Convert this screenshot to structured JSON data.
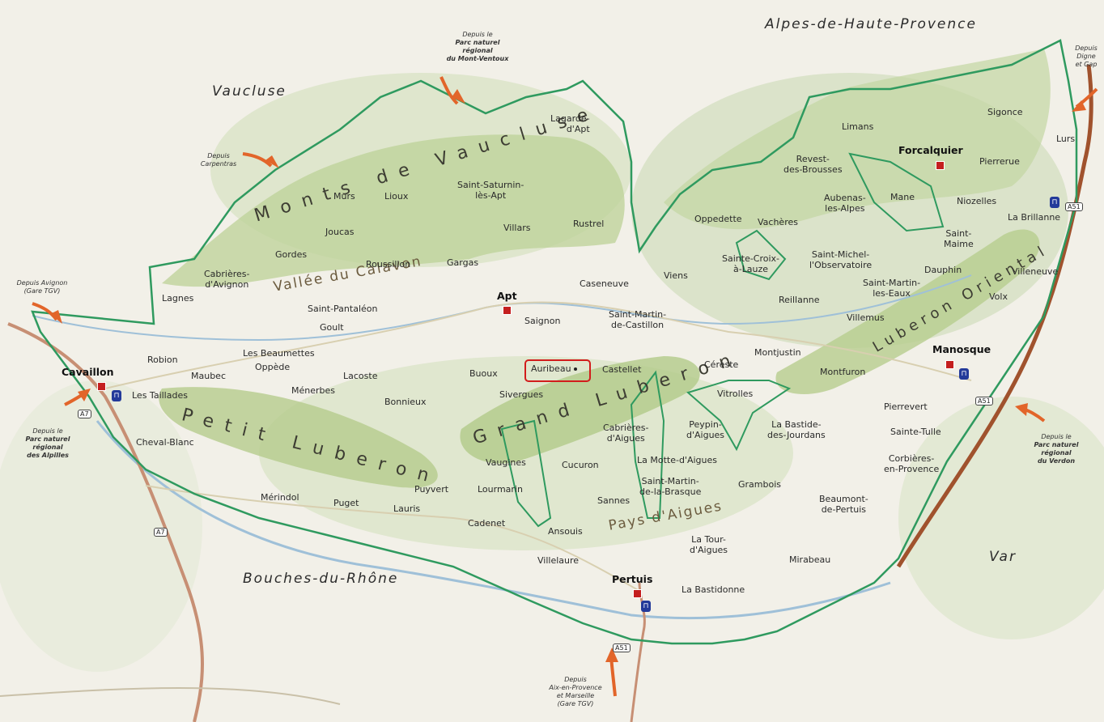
{
  "departments": {
    "vaucluse": "Vaucluse",
    "alpes": "Alpes-de-Haute-Provence",
    "bouches": "Bouches-du-Rhône",
    "var": "Var"
  },
  "ranges": {
    "monts_vaucluse": "Monts de Vaucluse",
    "petit_luberon": "Petit Luberon",
    "grand_luberon": "Grand Luberon",
    "luberon_oriental": "Luberon Oriental",
    "vallee_calavon": "Vallée du Calavon",
    "pays_aigues": "Pays d'Aigues"
  },
  "cities": {
    "apt": "Apt",
    "cavaillon": "Cavaillon",
    "forcalquier": "Forcalquier",
    "manosque": "Manosque",
    "pertuis": "Pertuis"
  },
  "highlight": "Auribeau",
  "towns": {
    "lagarde": "Lagarde-\nd'Apt",
    "saint_saturnin": "Saint-Saturnin-\nlès-Apt",
    "murs": "Murs",
    "lioux": "Lioux",
    "joucas": "Joucas",
    "villars": "Villars",
    "rustrel": "Rustrel",
    "gordes": "Gordes",
    "roussillon": "Roussillon",
    "gargas": "Gargas",
    "cabrieres_avignon": "Cabrières-\nd'Avignon",
    "lagnes": "Lagnes",
    "saint_pantaleon": "Saint-Pantaléon",
    "goult": "Goult",
    "caseneuve": "Caseneuve",
    "viens": "Viens",
    "saint_martin_castillon": "Saint-Martin-\nde-Castillon",
    "saignon": "Saignon",
    "robion": "Robion",
    "les_beaumettes": "Les Beaumettes",
    "maubec": "Maubec",
    "oppede": "Oppède",
    "lacoste": "Lacoste",
    "menerbes": "Ménerbes",
    "bonnieux": "Bonnieux",
    "buoux": "Buoux",
    "sivergues": "Sivergues",
    "castellet": "Castellet",
    "les_taillades": "Les Taillades",
    "cheval_blanc": "Cheval-Blanc",
    "merindol": "Mérindol",
    "puget": "Puget",
    "puyvert": "Puyvert",
    "lourmarin": "Lourmarin",
    "lauris": "Lauris",
    "cadenet": "Cadenet",
    "vaugines": "Vaugines",
    "cucuron": "Cucuron",
    "cabrieres_aigues": "Cabrières-\nd'Aigues",
    "sannes": "Sannes",
    "ansouis": "Ansouis",
    "la_motte": "La Motte-d'Aigues",
    "saint_martin_brasque": "Saint-Martin-\nde-la-Brasque",
    "peypin": "Peypin-\nd'Aigues",
    "vitrolles": "Vitrolles",
    "la_bastide": "La Bastide-\ndes-Jourdans",
    "grambois": "Grambois",
    "la_tour": "La Tour-\nd'Aigues",
    "villelaure": "Villelaure",
    "la_bastidonne": "La Bastidonne",
    "mirabeau": "Mirabeau",
    "beaumont": "Beaumont-\nde-Pertuis",
    "corbieres": "Corbières-\nen-Provence",
    "sainte_tulle": "Sainte-Tulle",
    "pierrevert": "Pierrevert",
    "montfuron": "Montfuron",
    "cereste": "Céreste",
    "montjustin": "Montjustin",
    "reillanne": "Reillanne",
    "villemus": "Villemus",
    "volx": "Volx",
    "villeneuve": "Villeneuve",
    "dauphin": "Dauphin",
    "saint_martin_eaux": "Saint-Martin-\nles-Eaux",
    "saint_michel": "Saint-Michel-\nl'Observatoire",
    "sainte_croix": "Sainte-Croix-\nà-Lauze",
    "oppedette": "Oppedette",
    "vacheres": "Vachères",
    "aubenas": "Aubenas-\nles-Alpes",
    "revest": "Revest-\ndes-Brousses",
    "limans": "Limans",
    "mane": "Mane",
    "niozelles": "Niozelles",
    "la_brillanne": "La Brillanne",
    "saint_maime": "Saint-\nMaime",
    "pierrerue": "Pierrerue",
    "sigonce": "Sigonce",
    "lurs": "Lurs"
  },
  "notes": {
    "ventoux": {
      "line1": "Depuis le",
      "line2": "Parc naturel régional",
      "line3": "du Mont-Ventoux"
    },
    "carpentras": {
      "line1": "Depuis",
      "line2": "Carpentras"
    },
    "avignon": {
      "line1": "Depuis Avignon",
      "line2": "(Gare TGV)"
    },
    "alpilles": {
      "line1": "Depuis le",
      "line2": "Parc naturel régional",
      "line3": "des Alpilles"
    },
    "digne": {
      "line1": "Depuis",
      "line2": "Digne",
      "line3": "et Gap"
    },
    "verdon": {
      "line1": "Depuis le",
      "line2": "Parc naturel régional",
      "line3": "du Verdon"
    },
    "aix": {
      "line1": "Depuis",
      "line2": "Aix-en-Provence",
      "line3": "et Marseille",
      "line4": "(Gare TGV)"
    }
  },
  "roads": {
    "a7": "A7",
    "a7b": "A7",
    "a51": "A51",
    "a51b": "A51",
    "a51c": "A51"
  },
  "colors": {
    "park_border": "#2f9a5f",
    "mountain": "#b9cf8e",
    "arrow": "#e2652a",
    "highlight": "#d21c1c",
    "city_pin": "#c41f1f",
    "highway": "#a0522d"
  }
}
